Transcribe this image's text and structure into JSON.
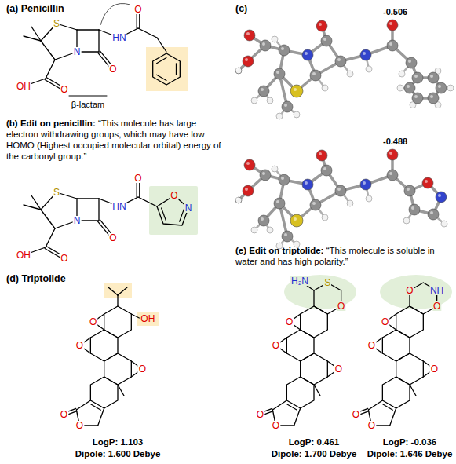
{
  "diagram": {
    "labels": [
      "(a) Penicillin",
      "S",
      "O",
      "HN",
      "N",
      "OH",
      "O",
      "O",
      "β-lactam",
      "(b) Edit on penicillin:",
      "“This molecule has large electron withdrawing groups, which may have low HOMO (Highest occupied molecular orbital) energy of the carbonyl group.”",
      "S",
      "O",
      "HN",
      "N",
      "OH",
      "O",
      "O",
      "O",
      "N",
      "(c)",
      "-0.506",
      "-0.488",
      "(d) Triptolide",
      "O",
      "OH",
      "O",
      "O",
      "O",
      "O",
      "LogP: 1.103",
      "Dipole: 1.600 Debye",
      "(e) Edit on triptolide:",
      "“This molecule is soluble in water and has high polarity.”",
      "H₂N",
      "S",
      "O",
      "O",
      "O",
      "O",
      "O",
      "O",
      "LogP: 0.461",
      "Dipole: 1.700 Debye",
      "O",
      "NH",
      "O",
      "O",
      "O",
      "O",
      "O",
      "O",
      "LogP: -0.036",
      "Dipole: 1.646 Debye"
    ]
  }
}
